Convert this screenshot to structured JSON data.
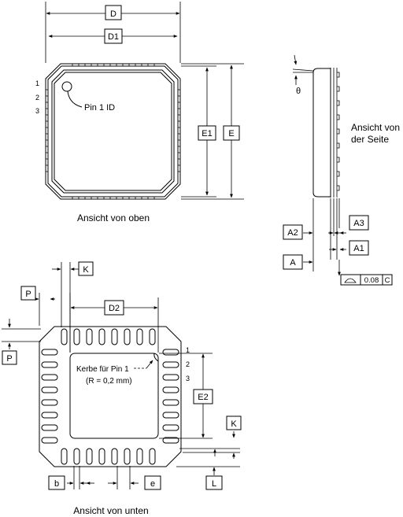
{
  "labels": {
    "D": "D",
    "D1": "D1",
    "E1": "E1",
    "E": "E",
    "D2": "D2",
    "E2": "E2",
    "K": "K",
    "P": "P",
    "b": "b",
    "e": "e",
    "L": "L",
    "A": "A",
    "A1": "A1",
    "A2": "A2",
    "A3": "A3",
    "theta": "θ"
  },
  "pins": {
    "p1": "1",
    "p2": "2",
    "p3": "3"
  },
  "annotations": {
    "pin1_id": "Pin 1 ID",
    "notch_line1": "Kerbe für Pin 1",
    "notch_line2": "(R = 0,2 mm)",
    "flatness_value": "0.08",
    "flatness_datum": "C"
  },
  "captions": {
    "top_view": "Ansicht von oben",
    "side_view_line1": "Ansicht von",
    "side_view_line2": "der Seite",
    "bottom_view": "Ansicht von unten"
  }
}
